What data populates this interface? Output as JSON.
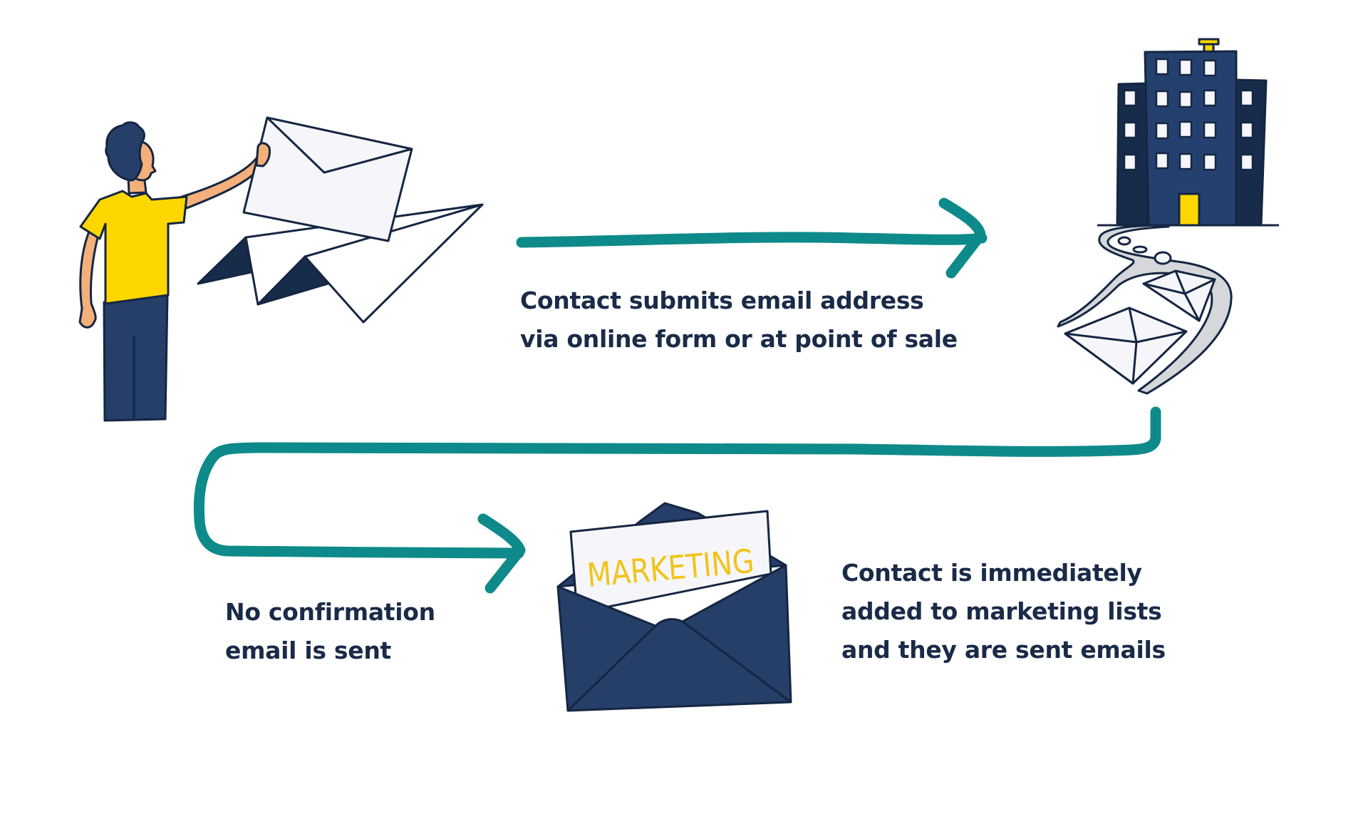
{
  "diagram": {
    "title": "Single opt-in email subscription flow",
    "colors": {
      "teal_arrow": "#0e8a8a",
      "navy_text": "#1a2b48",
      "outline": "#152642",
      "navy_fill": "#253f69",
      "building_dark": "#172b4a",
      "building_main": "#24406e",
      "yellow": "#fed700",
      "skin": "#f4b07a",
      "paper": "#f6f6fa",
      "road": "#d5d7da"
    },
    "steps": [
      {
        "id": "submit",
        "illustration": "person-sending-email",
        "caption_lines": [
          "Contact submits email address",
          "via online form or at point of sale"
        ]
      },
      {
        "id": "company",
        "illustration": "office-building-with-email-road"
      },
      {
        "id": "no-confirmation",
        "caption_lines": [
          "No confirmation",
          "email is sent"
        ]
      },
      {
        "id": "marketing",
        "illustration": "open-envelope-marketing",
        "letter_text": "MARKETING",
        "caption_lines": [
          "Contact is immediately",
          "added to marketing lists",
          "and they are sent emails"
        ]
      }
    ],
    "connectors": [
      {
        "from": "submit",
        "to": "company",
        "icon": "arrow-right-icon"
      },
      {
        "from": "company",
        "to": "marketing",
        "icon": "loop-arrow-icon"
      }
    ]
  }
}
